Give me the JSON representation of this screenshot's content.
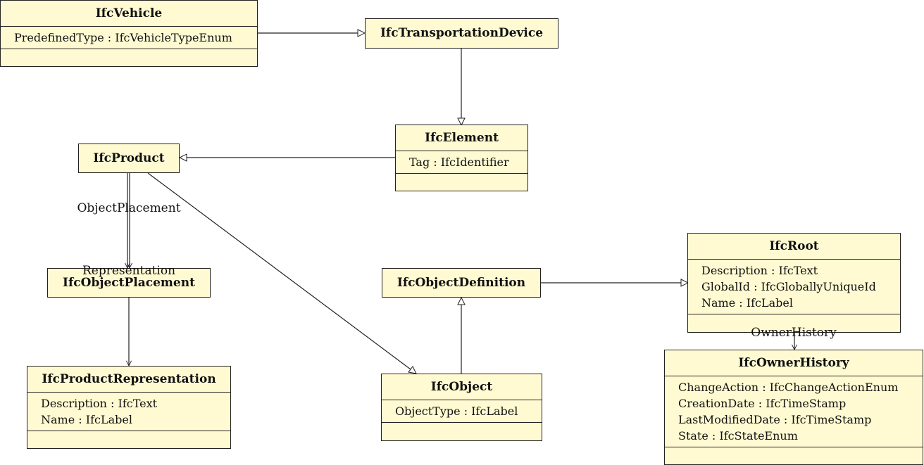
{
  "classes": {
    "vehicle": {
      "name": "IfcVehicle",
      "attributes": [
        "PredefinedType : IfcVehicleTypeEnum"
      ]
    },
    "transport": {
      "name": "IfcTransportationDevice"
    },
    "element": {
      "name": "IfcElement",
      "attributes": [
        "Tag : IfcIdentifier"
      ]
    },
    "product": {
      "name": "IfcProduct"
    },
    "placement": {
      "name": "IfcObjectPlacement"
    },
    "representation": {
      "name": "IfcProductRepresentation",
      "attributes": [
        "Description : IfcText",
        "Name : IfcLabel"
      ]
    },
    "objdef": {
      "name": "IfcObjectDefinition"
    },
    "object": {
      "name": "IfcObject",
      "attributes": [
        "ObjectType : IfcLabel"
      ]
    },
    "root": {
      "name": "IfcRoot",
      "attributes": [
        "Description : IfcText",
        "GlobalId : IfcGloballyUniqueId",
        "Name : IfcLabel"
      ]
    },
    "ownerhistory": {
      "name": "IfcOwnerHistory",
      "attributes": [
        "ChangeAction : IfcChangeActionEnum",
        "CreationDate : IfcTimeStamp",
        "LastModifiedDate : IfcTimeStamp",
        "State : IfcStateEnum"
      ]
    }
  },
  "associations": {
    "object_placement": "ObjectPlacement",
    "representation": "Representation",
    "owner_history": "OwnerHistory"
  }
}
